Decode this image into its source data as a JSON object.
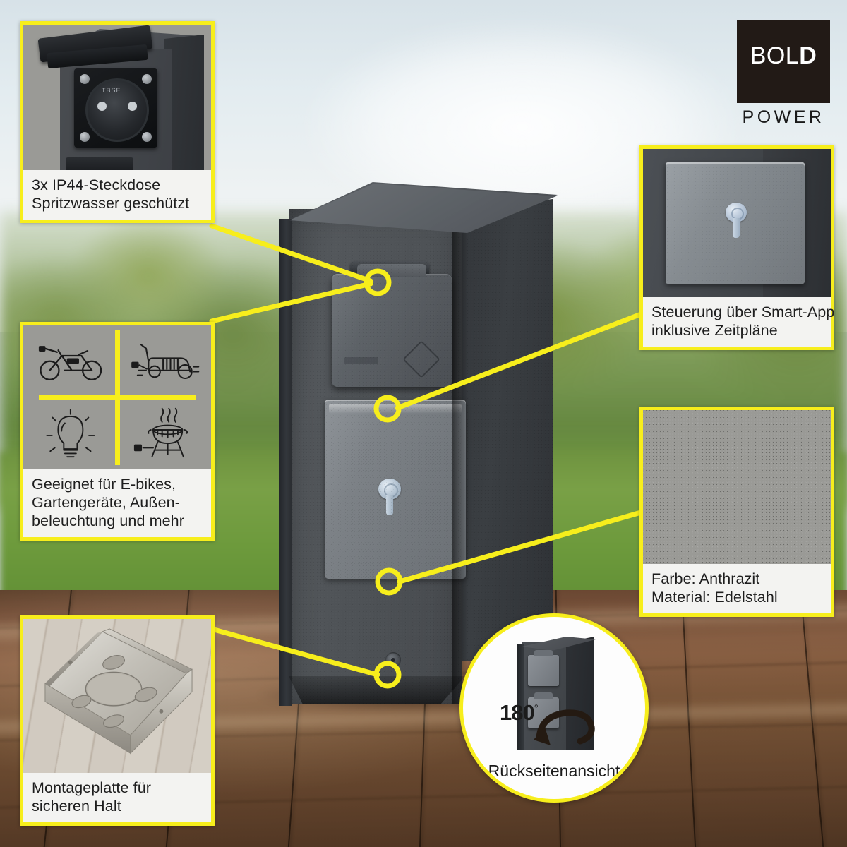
{
  "brand": {
    "logo_line1_a": "BOL",
    "logo_line1_b": "D",
    "logo_line2": "POWER",
    "logo_box_color": "#221a16",
    "accent_color": "#f7ee1c"
  },
  "product": {
    "name": "outdoor-power-bollard",
    "body_color": "#4d5155",
    "panel_color": "#7c8186",
    "knob_color": "#bccadb"
  },
  "callouts": [
    {
      "id": "sockets",
      "position": "top-left",
      "media": "socket-closeup-photo",
      "lines": [
        "3x IP44-Steckdose",
        "Spritzwasser geschützt"
      ]
    },
    {
      "id": "usage",
      "position": "mid-left",
      "media": "usage-icon-grid",
      "icons": [
        "e-bike-icon",
        "lawn-mower-icon",
        "light-bulb-icon",
        "grill-icon"
      ],
      "lines": [
        "Geeignet für E-bikes,",
        "Gartengeräte, Außen-",
        "beleuchtung und mehr"
      ]
    },
    {
      "id": "mounting-plate",
      "position": "bottom-left",
      "media": "mounting-plate-photo",
      "lines": [
        "Montageplatte für",
        "sicheren Halt"
      ]
    },
    {
      "id": "smart-app",
      "position": "top-right",
      "media": "smart-panel-closeup",
      "lines": [
        "Steuerung über Smart-App",
        "inklusive Zeitpläne"
      ]
    },
    {
      "id": "material",
      "position": "mid-right",
      "media": "anthracite-texture-swatch",
      "lines": [
        "Farbe: Anthrazit",
        "Material: Edelstahl"
      ]
    }
  ],
  "back_view": {
    "id": "rear-view-circle",
    "angle_label": "180",
    "angle_unit": "°",
    "caption": "Rückseitenansicht"
  },
  "socket_photo": {
    "socket_marking": "TBSE"
  }
}
